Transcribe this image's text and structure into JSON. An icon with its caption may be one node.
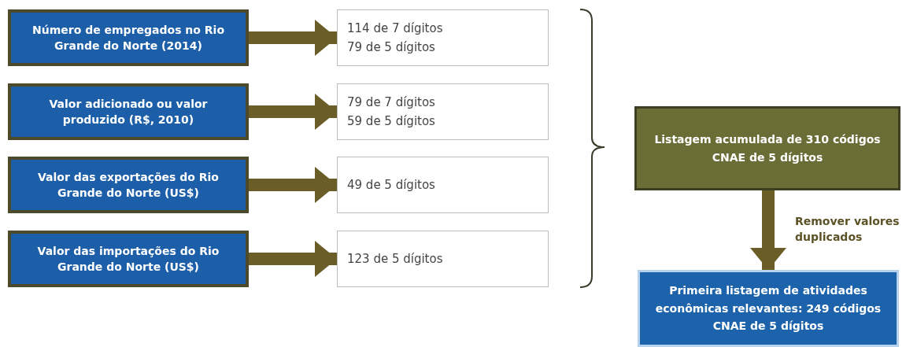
{
  "diagram": {
    "nodes": [
      {
        "text": [
          "Número de empregados no Rio Grande do Norte (2014)"
        ]
      },
      {
        "text": [
          "Valor adicionado ou valor produzido (R$, 2010)"
        ]
      },
      {
        "text": [
          "Valor das exportações do Rio Grande do Norte (US$)"
        ]
      },
      {
        "text": [
          "Valor das importações do Rio Grande do Norte (US$)"
        ]
      },
      {
        "text": [
          "114 de 7 dígitos",
          "79 de 5 dígitos"
        ]
      },
      {
        "text": [
          "79 de 7 dígitos",
          "59 de 5 dígitos"
        ]
      },
      {
        "text": [
          "49 de 5 dígitos"
        ]
      },
      {
        "text": [
          "123 de 5 dígitos"
        ]
      },
      {
        "text": [
          "Listagem acumulada de 310 códigos CNAE de 5 dígitos"
        ]
      },
      {
        "text": [
          "Primeira listagem de atividades econômicas relevantes: 249 códigos CNAE de 5 dígitos"
        ]
      }
    ],
    "edges": [
      {
        "from": 0,
        "to": 4,
        "arrow": "to"
      },
      {
        "from": 1,
        "to": 5,
        "arrow": "to"
      },
      {
        "from": 2,
        "to": 6,
        "arrow": "to"
      },
      {
        "from": 3,
        "to": 7,
        "arrow": "to"
      },
      {
        "from": 8,
        "to": 9,
        "arrow": "to",
        "label": "Remover valores duplicados"
      }
    ]
  }
}
